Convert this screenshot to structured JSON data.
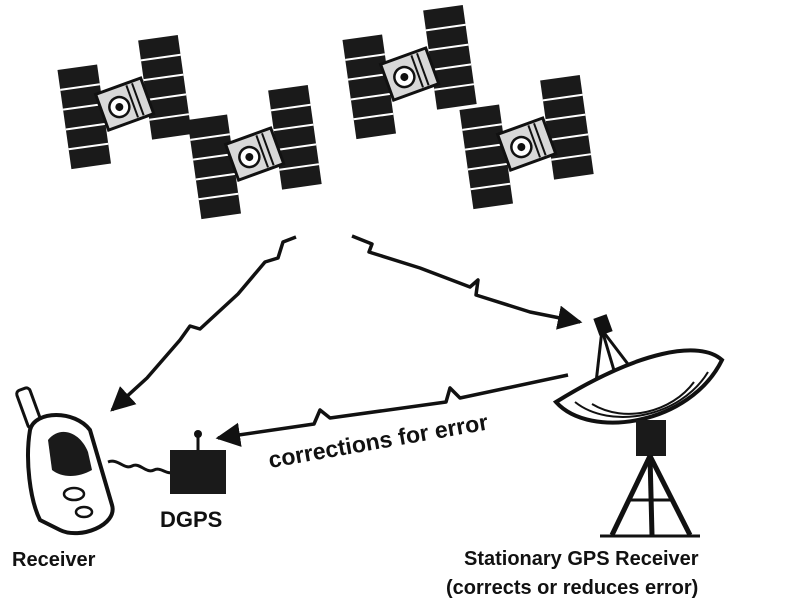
{
  "labels": {
    "dgps": "DGPS",
    "receiver": "Receiver",
    "stationary_line1": "Stationary GPS Receiver",
    "stationary_line2": "(corrects or reduces error)",
    "corrections": "corrections for error"
  },
  "colors": {
    "ink": "#111111",
    "background": "#ffffff",
    "panel": "#1a1a1a",
    "body_gray": "#d8d8d8"
  },
  "icons": {
    "satellite": "satellite-icon",
    "dish": "satellite-dish-icon",
    "handheld": "handheld-gps-icon",
    "dgps_box": "dgps-module-icon"
  }
}
